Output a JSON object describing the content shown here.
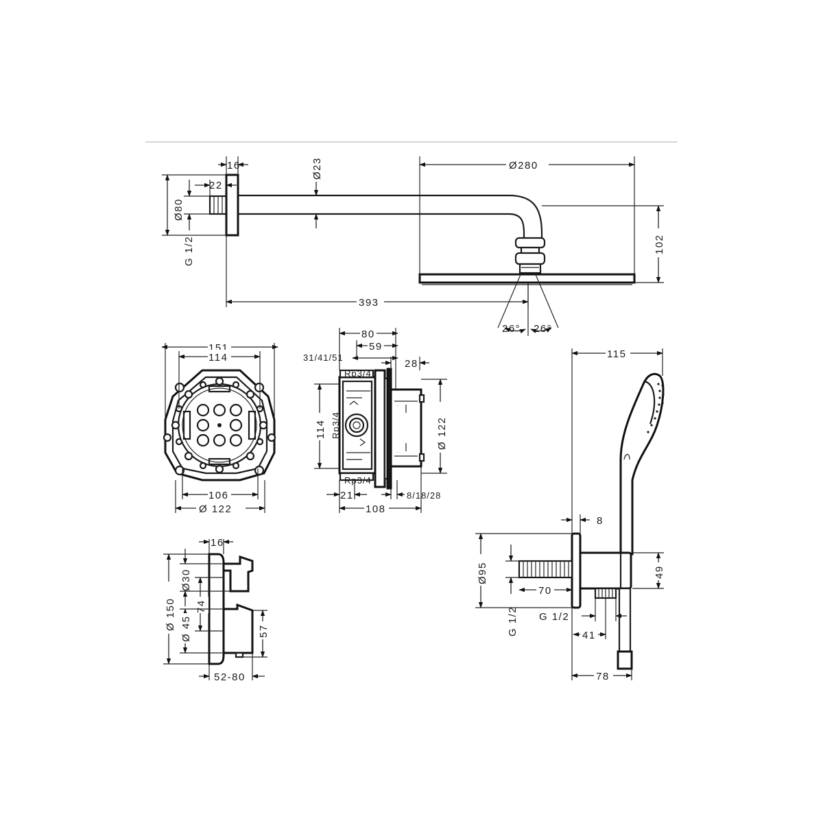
{
  "views": {
    "shower_head": {
      "dims": {
        "arm_flange_depth": "16",
        "connector_length": "22",
        "flange_diameter": "Ø80",
        "thread": "G 1/2",
        "arm_diameter": "Ø23",
        "head_diameter": "Ø280",
        "head_height": "102",
        "arm_projection": "393",
        "tilt_left": "26°",
        "tilt_right": "26°"
      }
    },
    "mounting_box_front": {
      "dims": {
        "outer_width": "151",
        "inner_width": "114",
        "bottom_width": "106",
        "diameter": "Ø 122"
      }
    },
    "mounting_box_side": {
      "dims": {
        "depth_total": "80",
        "depth_inner": "59",
        "depth_options": "31/41/51",
        "front_depth": "28",
        "port_top": "Rp3/4",
        "port_middle": "Rp3/4",
        "port_bottom": "Rp3/4",
        "height": "114",
        "diameter": "Ø 122",
        "base_offset": "21",
        "cover_options": "8/18/28",
        "overall_depth": "108"
      }
    },
    "thermostat": {
      "dims": {
        "plate_depth": "16",
        "plate_diameter": "Ø 150",
        "knob_small": "Ø30",
        "knob_spacing": "74",
        "knob_large": "Ø 45",
        "knob_height": "57",
        "projection": "52-80"
      }
    },
    "hand_shower": {
      "dims": {
        "width": "115",
        "flange_depth": "8",
        "flange_diameter": "Ø95",
        "thread_length": "70",
        "thread_left": "G 1/2",
        "thread_right": "G 1/2",
        "holder_height": "49",
        "outlet_offset": "41",
        "hose_offset": "78"
      }
    }
  }
}
